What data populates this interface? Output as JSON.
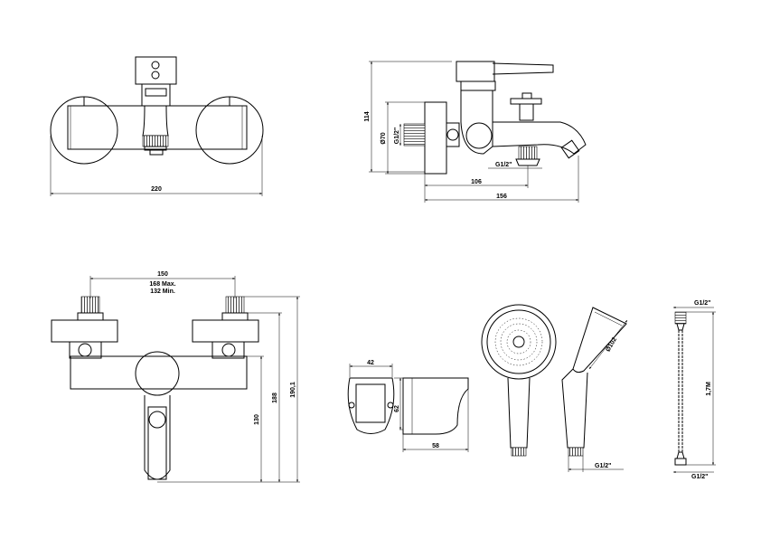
{
  "dimensions": {
    "front_width": "220",
    "side_height": "114",
    "side_body_diameter": "Ø70",
    "side_inlet_thread": "G1/2\"",
    "side_outlet_thread": "G1/2\"",
    "side_length_short": "106",
    "side_length_total": "156",
    "connector_spacing": "150",
    "connector_spacing_max": "168 Max.",
    "connector_spacing_min": "132 Min.",
    "mixer_height_lever": "130",
    "mixer_height_total_inner": "188",
    "mixer_height_total_outer": "190,1",
    "holder_width": "42",
    "holder_height": "62",
    "holder_depth": "58",
    "shower_head_diameter": "Ø102",
    "hand_shower_thread": "G1/2\"",
    "hose_thread_top": "G1/2\"",
    "hose_length": "1,7M",
    "hose_thread_bottom": "G1/2\""
  }
}
